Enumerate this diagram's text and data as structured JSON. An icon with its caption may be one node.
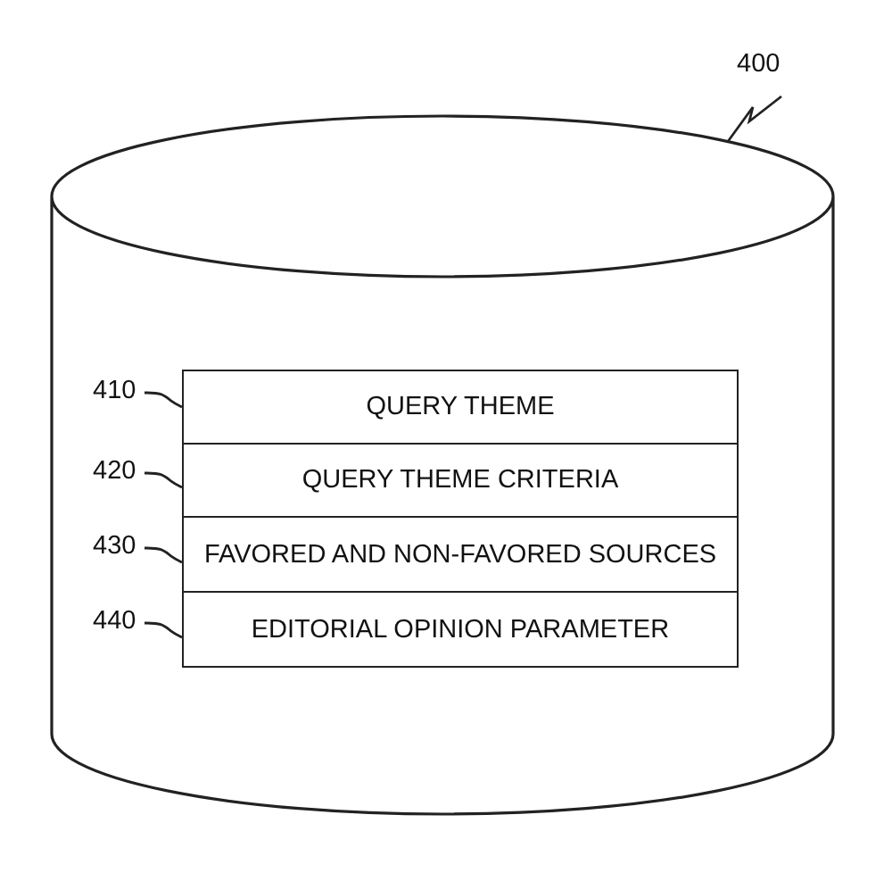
{
  "diagram": {
    "nodes": [
      {
        "text": [
          "400"
        ]
      },
      {
        "text": [],
        "shape": "cylinder"
      },
      {
        "text": [
          "QUERY THEME"
        ],
        "in": 1
      },
      {
        "text": [
          "QUERY THEME CRITERIA"
        ],
        "in": 1
      },
      {
        "text": [
          "FAVORED AND NON-FAVORED SOURCES"
        ],
        "in": 1
      },
      {
        "text": [
          "EDITORIAL OPINION PARAMETER"
        ],
        "in": 1
      },
      {
        "text": [
          "410"
        ],
        "in": 1
      },
      {
        "text": [
          "420"
        ],
        "in": 1
      },
      {
        "text": [
          "430"
        ],
        "in": 1
      },
      {
        "text": [
          "440"
        ],
        "in": 1
      }
    ],
    "edges": [
      {
        "from": 0,
        "to": 1,
        "arrow": "none"
      },
      {
        "from": 6,
        "to": 2,
        "arrow": "none"
      },
      {
        "from": 7,
        "to": 3,
        "arrow": "none"
      },
      {
        "from": 8,
        "to": 4,
        "arrow": "none"
      },
      {
        "from": 9,
        "to": 5,
        "arrow": "none"
      }
    ]
  }
}
